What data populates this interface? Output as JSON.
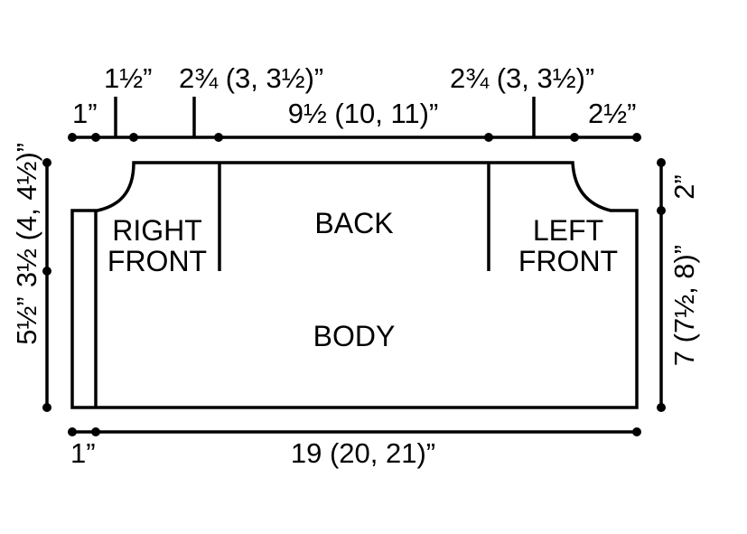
{
  "colors": {
    "ink": "#000000",
    "background": "#ffffff"
  },
  "pieces": {
    "right_front": [
      "RIGHT",
      "FRONT"
    ],
    "back": "BACK",
    "left_front": [
      "LEFT",
      "FRONT"
    ],
    "body": "BODY"
  },
  "top_measurements": {
    "edge": "1”",
    "neck_band": "1½”",
    "left_shoulder": "2¾ (3, 3½)”",
    "back_neck": "9½ (10, 11)”",
    "right_shoulder": "2¾ (3, 3½)”",
    "right_edge": "2½”"
  },
  "bottom_measurements": {
    "band": "1”",
    "body_width": "19 (20, 21)”"
  },
  "left_measurements": {
    "upper_length": "3½ (4, 4½)”",
    "lower_length": "5½”"
  },
  "right_measurements": {
    "neck_drop": "2”",
    "body_length": "7 (7½, 8)”"
  }
}
